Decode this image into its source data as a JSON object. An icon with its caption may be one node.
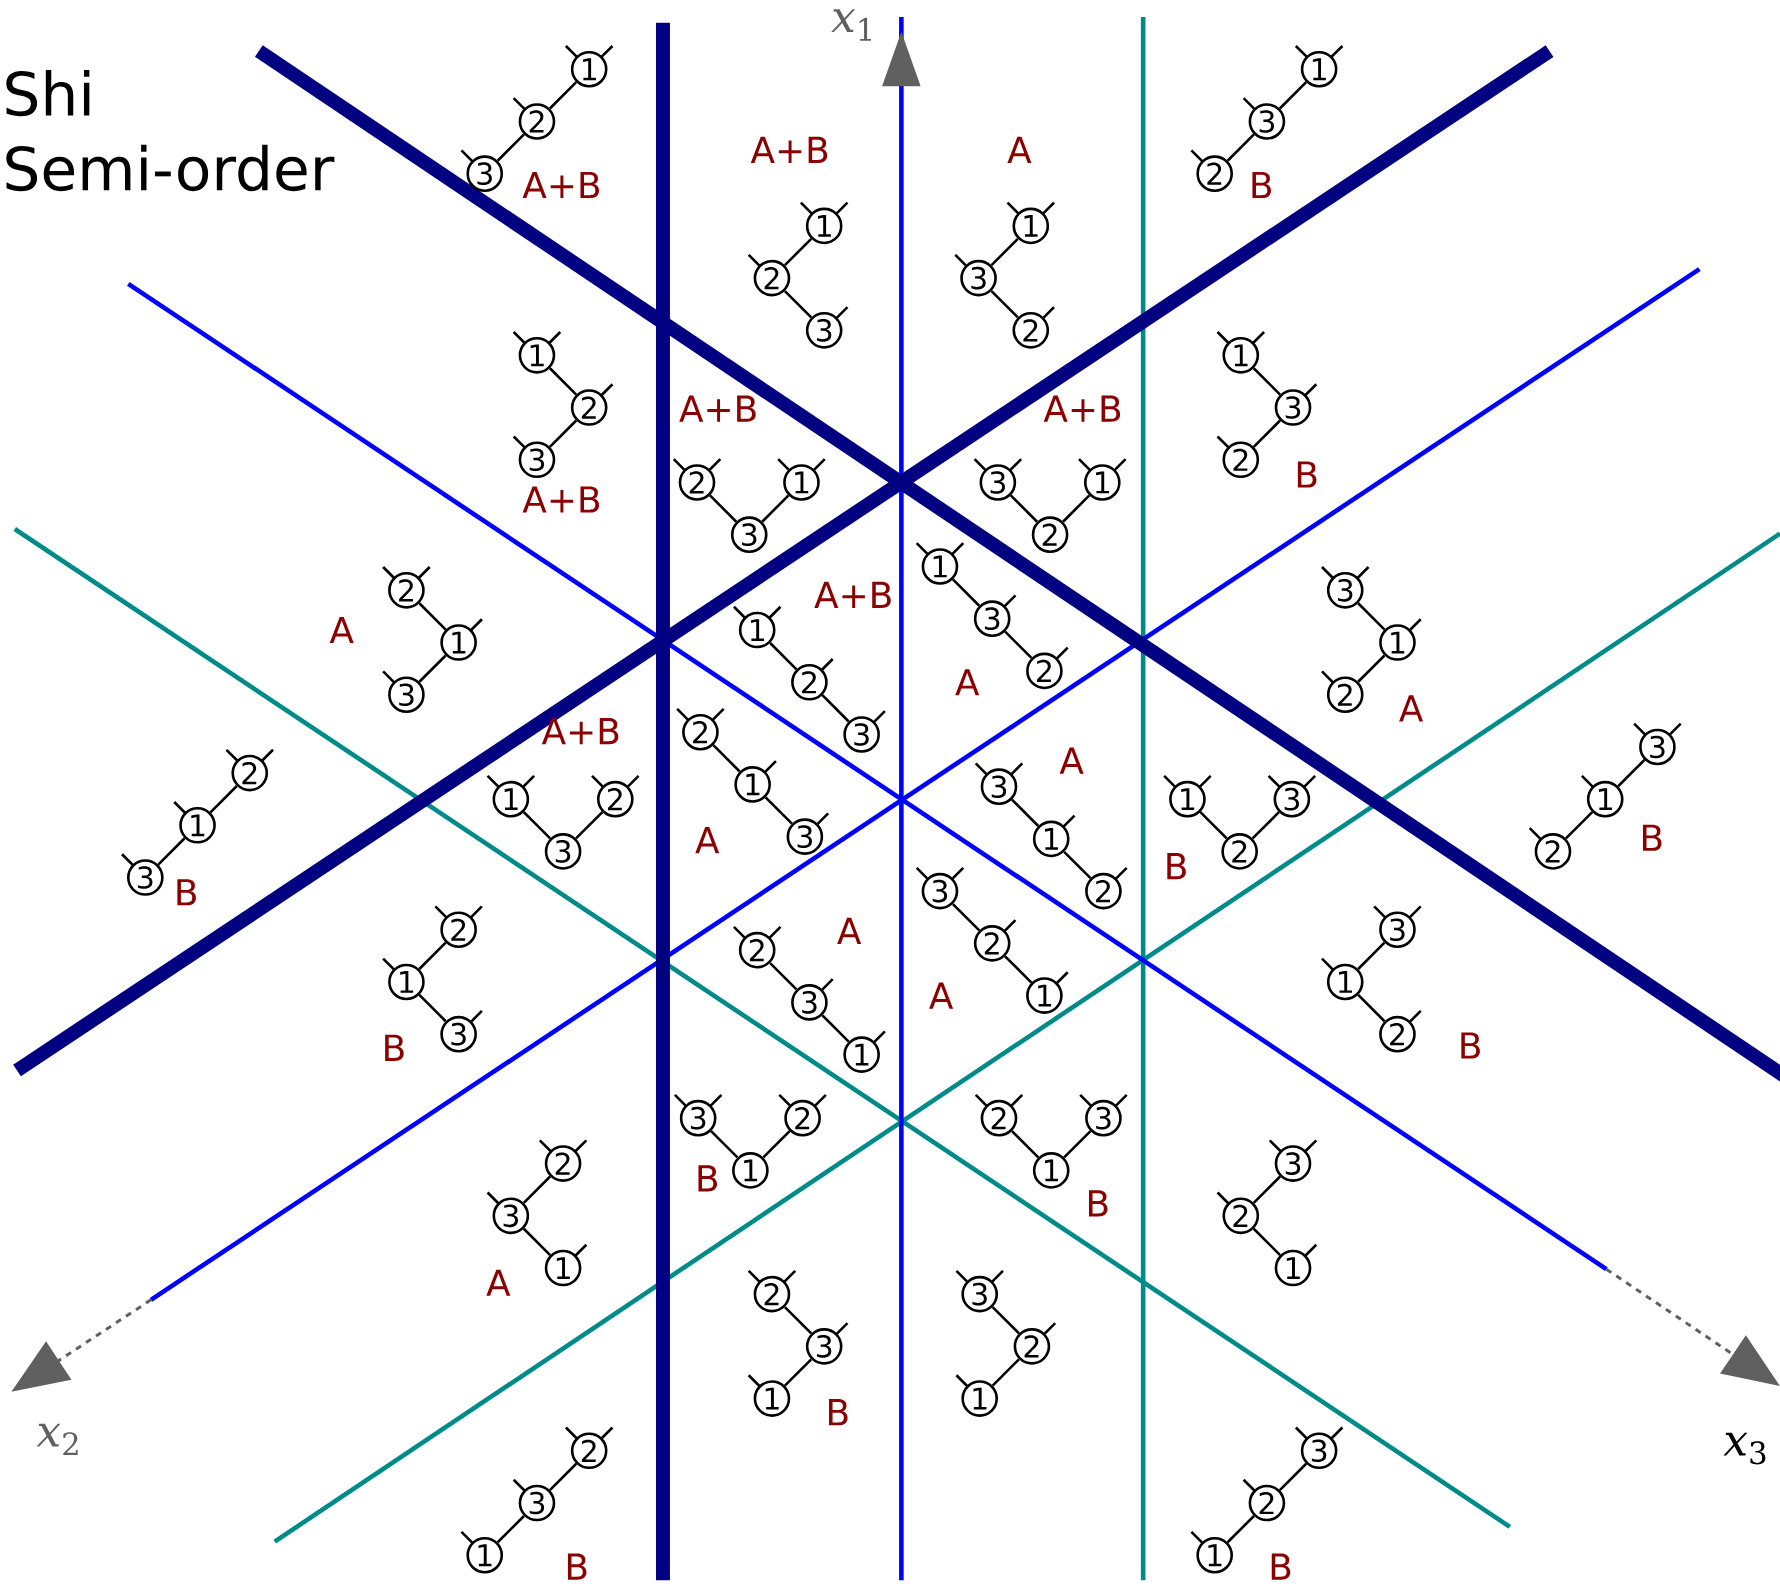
{
  "diagram": {
    "nodes": [
      {
        "text": [
          "3"
        ]
      },
      {
        "text": [
          "2"
        ]
      },
      {
        "text": [
          "1"
        ]
      },
      {
        "text": [
          "3"
        ]
      },
      {
        "text": [
          "2"
        ]
      },
      {
        "text": [
          "1"
        ]
      },
      {
        "text": [
          "2"
        ]
      },
      {
        "text": [
          "3"
        ]
      },
      {
        "text": [
          "1"
        ]
      },
      {
        "text": [
          "2"
        ]
      },
      {
        "text": [
          "3"
        ]
      },
      {
        "text": [
          "1"
        ]
      },
      {
        "text": [
          "3"
        ]
      },
      {
        "text": [
          "2"
        ]
      },
      {
        "text": [
          "1"
        ]
      },
      {
        "text": [
          "3"
        ]
      },
      {
        "text": [
          "2"
        ]
      },
      {
        "text": [
          "1"
        ]
      },
      {
        "text": [
          "2"
        ]
      },
      {
        "text": [
          "3"
        ]
      },
      {
        "text": [
          "1"
        ]
      },
      {
        "text": [
          "2"
        ]
      },
      {
        "text": [
          "3"
        ]
      },
      {
        "text": [
          "1"
        ]
      },
      {
        "text": [
          "3"
        ]
      },
      {
        "text": [
          "1"
        ]
      },
      {
        "text": [
          "2"
        ]
      },
      {
        "text": [
          "3"
        ]
      },
      {
        "text": [
          "2"
        ]
      },
      {
        "text": [
          "1"
        ]
      },
      {
        "text": [
          "2"
        ]
      },
      {
        "text": [
          "3"
        ]
      },
      {
        "text": [
          "1"
        ]
      },
      {
        "text": [
          "2"
        ]
      },
      {
        "text": [
          "1"
        ]
      },
      {
        "text": [
          "3"
        ]
      },
      {
        "text": [
          "3"
        ]
      },
      {
        "text": [
          "1"
        ]
      },
      {
        "text": [
          "2"
        ]
      },
      {
        "text": [
          "3"
        ]
      },
      {
        "text": [
          "1"
        ]
      },
      {
        "text": [
          "2"
        ]
      },
      {
        "text": [
          "3"
        ]
      },
      {
        "text": [
          "1"
        ]
      },
      {
        "text": [
          "2"
        ]
      },
      {
        "text": [
          "2"
        ]
      },
      {
        "text": [
          "1"
        ]
      },
      {
        "text": [
          "3"
        ]
      },
      {
        "text": [
          "2"
        ]
      },
      {
        "text": [
          "1"
        ]
      },
      {
        "text": [
          "3"
        ]
      },
      {
        "text": [
          "2"
        ]
      },
      {
        "text": [
          "1"
        ]
      },
      {
        "text": [
          "3"
        ]
      },
      {
        "text": [
          "3"
        ]
      },
      {
        "text": [
          "1"
        ]
      },
      {
        "text": [
          "2"
        ]
      },
      {
        "text": [
          "1"
        ]
      },
      {
        "text": [
          "3"
        ]
      },
      {
        "text": [
          "2"
        ]
      },
      {
        "text": [
          "1"
        ]
      },
      {
        "text": [
          "2"
        ]
      },
      {
        "text": [
          "3"
        ]
      },
      {
        "text": [
          "2"
        ]
      },
      {
        "text": [
          "1"
        ]
      },
      {
        "text": [
          "3"
        ]
      },
      {
        "text": [
          "1"
        ]
      },
      {
        "text": [
          "3"
        ]
      },
      {
        "text": [
          "2"
        ]
      },
      {
        "text": [
          "1"
        ]
      },
      {
        "text": [
          "2"
        ]
      },
      {
        "text": [
          "3"
        ]
      },
      {
        "text": [
          "1"
        ]
      },
      {
        "text": [
          "3"
        ]
      },
      {
        "text": [
          "2"
        ]
      },
      {
        "text": [
          "1"
        ]
      },
      {
        "text": [
          "2"
        ]
      },
      {
        "text": [
          "3"
        ]
      },
      {
        "text": [
          "1"
        ]
      },
      {
        "text": [
          "3"
        ]
      },
      {
        "text": [
          "2"
        ]
      },
      {
        "text": [
          "1"
        ]
      },
      {
        "text": [
          "2"
        ]
      },
      {
        "text": [
          "3"
        ]
      },
      {
        "text": [
          "1"
        ]
      },
      {
        "text": [
          "3"
        ]
      },
      {
        "text": [
          "2"
        ]
      },
      {
        "text": [
          "1"
        ]
      },
      {
        "text": [
          "2"
        ]
      },
      {
        "text": [
          "3"
        ]
      }
    ],
    "edges": [
      {
        "from": 0,
        "to": 1,
        "arrow": "none"
      },
      {
        "from": 1,
        "to": 2,
        "arrow": "none"
      },
      {
        "from": 3,
        "to": 4,
        "arrow": "none"
      },
      {
        "from": 4,
        "to": 5,
        "arrow": "none"
      },
      {
        "from": 6,
        "to": 7,
        "arrow": "none"
      },
      {
        "from": 7,
        "to": 8,
        "arrow": "none"
      },
      {
        "from": 9,
        "to": 10,
        "arrow": "none"
      },
      {
        "from": 10,
        "to": 11,
        "arrow": "none"
      },
      {
        "from": 12,
        "to": 13,
        "arrow": "none"
      },
      {
        "from": 13,
        "to": 14,
        "arrow": "none"
      },
      {
        "from": 15,
        "to": 16,
        "arrow": "none"
      },
      {
        "from": 15,
        "to": 17,
        "arrow": "none"
      },
      {
        "from": 18,
        "to": 19,
        "arrow": "none"
      },
      {
        "from": 18,
        "to": 20,
        "arrow": "none"
      },
      {
        "from": 21,
        "to": 22,
        "arrow": "none"
      },
      {
        "from": 22,
        "to": 23,
        "arrow": "none"
      },
      {
        "from": 24,
        "to": 25,
        "arrow": "none"
      },
      {
        "from": 25,
        "to": 26,
        "arrow": "none"
      },
      {
        "from": 27,
        "to": 28,
        "arrow": "none"
      },
      {
        "from": 28,
        "to": 29,
        "arrow": "none"
      },
      {
        "from": 30,
        "to": 31,
        "arrow": "none"
      },
      {
        "from": 31,
        "to": 32,
        "arrow": "none"
      },
      {
        "from": 33,
        "to": 34,
        "arrow": "none"
      },
      {
        "from": 34,
        "to": 35,
        "arrow": "none"
      },
      {
        "from": 36,
        "to": 37,
        "arrow": "none"
      },
      {
        "from": 37,
        "to": 38,
        "arrow": "none"
      },
      {
        "from": 39,
        "to": 40,
        "arrow": "none"
      },
      {
        "from": 39,
        "to": 41,
        "arrow": "none"
      },
      {
        "from": 42,
        "to": 43,
        "arrow": "none"
      },
      {
        "from": 43,
        "to": 44,
        "arrow": "none"
      },
      {
        "from": 45,
        "to": 46,
        "arrow": "none"
      },
      {
        "from": 46,
        "to": 47,
        "arrow": "none"
      },
      {
        "from": 48,
        "to": 49,
        "arrow": "none"
      },
      {
        "from": 48,
        "to": 50,
        "arrow": "none"
      },
      {
        "from": 51,
        "to": 52,
        "arrow": "none"
      },
      {
        "from": 52,
        "to": 53,
        "arrow": "none"
      },
      {
        "from": 54,
        "to": 55,
        "arrow": "none"
      },
      {
        "from": 55,
        "to": 56,
        "arrow": "none"
      },
      {
        "from": 57,
        "to": 58,
        "arrow": "none"
      },
      {
        "from": 58,
        "to": 59,
        "arrow": "none"
      },
      {
        "from": 60,
        "to": 61,
        "arrow": "none"
      },
      {
        "from": 61,
        "to": 62,
        "arrow": "none"
      },
      {
        "from": 63,
        "to": 64,
        "arrow": "none"
      },
      {
        "from": 64,
        "to": 65,
        "arrow": "none"
      },
      {
        "from": 66,
        "to": 67,
        "arrow": "none"
      },
      {
        "from": 66,
        "to": 68,
        "arrow": "none"
      },
      {
        "from": 69,
        "to": 70,
        "arrow": "none"
      },
      {
        "from": 69,
        "to": 71,
        "arrow": "none"
      },
      {
        "from": 72,
        "to": 73,
        "arrow": "none"
      },
      {
        "from": 73,
        "to": 74,
        "arrow": "none"
      },
      {
        "from": 75,
        "to": 76,
        "arrow": "none"
      },
      {
        "from": 76,
        "to": 77,
        "arrow": "none"
      },
      {
        "from": 78,
        "to": 79,
        "arrow": "none"
      },
      {
        "from": 79,
        "to": 80,
        "arrow": "none"
      },
      {
        "from": 81,
        "to": 82,
        "arrow": "none"
      },
      {
        "from": 82,
        "to": 83,
        "arrow": "none"
      },
      {
        "from": 84,
        "to": 85,
        "arrow": "none"
      },
      {
        "from": 85,
        "to": 86,
        "arrow": "none"
      },
      {
        "from": 87,
        "to": 88,
        "arrow": "none"
      },
      {
        "from": 88,
        "to": 89,
        "arrow": "none"
      }
    ],
    "labels": [
      "Shi",
      "Semi-order",
      "*x*$_{1}$",
      "A+B",
      "A+B",
      "A",
      "B",
      "A+B",
      "A+B",
      "A+B",
      "B",
      "A",
      "A+B",
      "A",
      "A",
      "B",
      "A+B",
      "A",
      "A",
      "B",
      "B",
      "B",
      "A",
      "A",
      "B",
      "B",
      "B",
      "A",
      "B",
      "B",
      "B",
      "*x*$_{2}$",
      "*x*$_{3}$"
    ]
  }
}
